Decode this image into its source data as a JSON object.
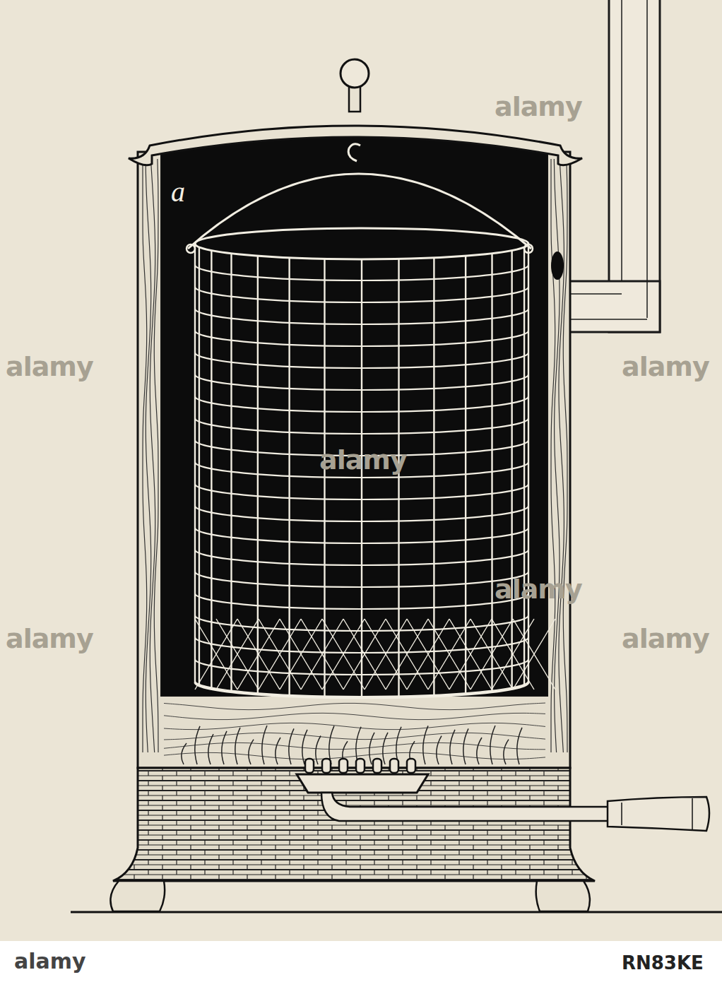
{
  "diagram": {
    "labels": [
      "a",
      "alamy",
      "alamy",
      "alamy",
      "alamy",
      "alamy",
      "alamy",
      "alamy",
      "alamy",
      "RN83KE"
    ]
  }
}
